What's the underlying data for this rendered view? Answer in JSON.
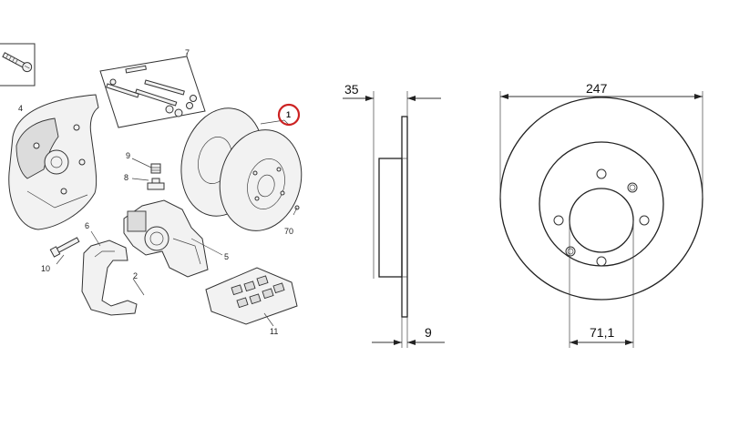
{
  "exploded_view": {
    "callouts": [
      "1",
      "2",
      "4",
      "5",
      "6",
      "7",
      "8",
      "9",
      "10",
      "11",
      "70"
    ],
    "highlighted_callout": "1",
    "highlight_color": "#cc2222"
  },
  "side_view": {
    "dim_hub_depth": "35",
    "dim_thickness": "9"
  },
  "front_view": {
    "dim_diameter": "247",
    "dim_center_bore": "71,1"
  }
}
